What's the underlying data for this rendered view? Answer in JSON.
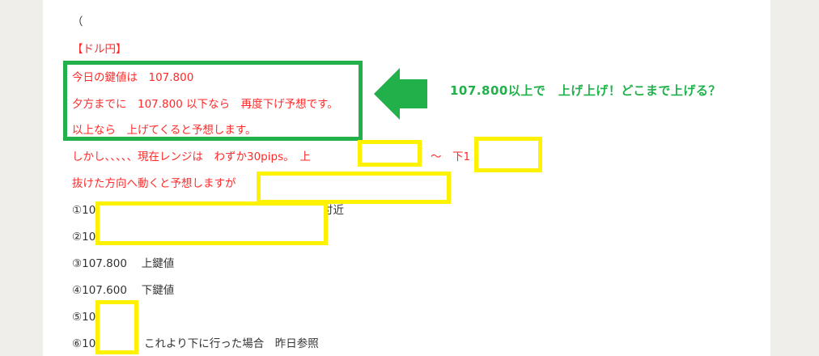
{
  "lines": {
    "paren": "（",
    "pair": "【ドル円】",
    "key_today": "今日の鍵値は　107.800",
    "evening": "夕方までに　107.800 以下なら　再度下げ予想です。",
    "above": "以上なら　上げてくると予想します。",
    "however": "しかし、、、、、現在レンジは　わずか30pips。　上",
    "tilde": "～　下1",
    "breakout": "抜けた方向へ動くと予想しますが",
    "item1_prefix": "①10",
    "item1_suffix": "付近",
    "item2_prefix": "②10",
    "item3": "③107.800　 上鍵値",
    "item4": "④107.600　 下鍵値",
    "item5_prefix": "⑤10",
    "item6_prefix": "⑥10",
    "item6_suffix": "これより下に行った場合　昨日参照"
  },
  "callout": {
    "text": "107.800以上で　上げ上げ！どこまで上げる？",
    "icon": "left-arrow-icon",
    "color": "#22b04b"
  },
  "colors": {
    "highlight": "#fff200",
    "red_text": "#ff2a2a"
  }
}
